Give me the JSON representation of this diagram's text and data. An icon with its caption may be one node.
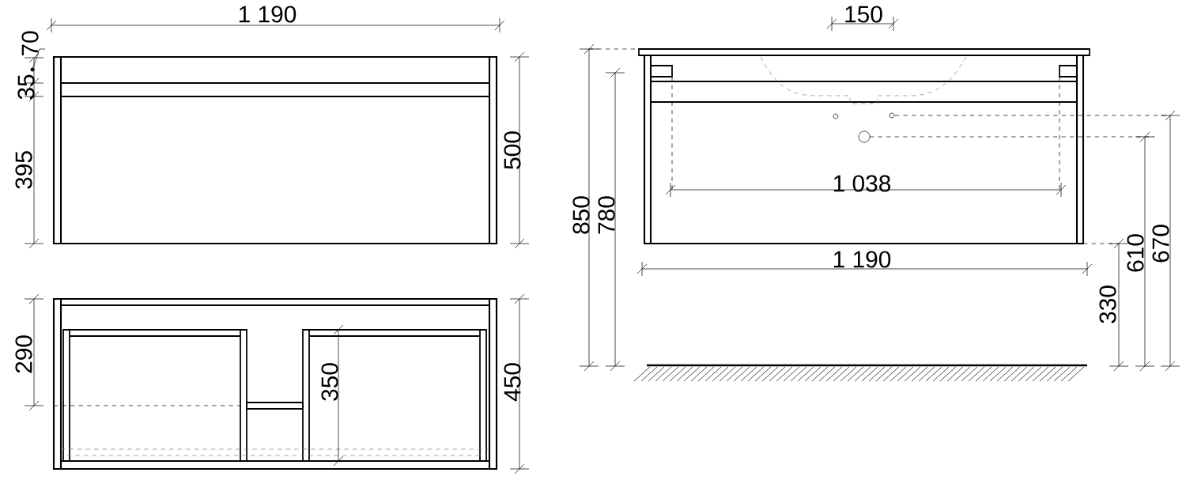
{
  "diagram": {
    "labels": [
      "1 190",
      "70",
      "35",
      "395",
      "500",
      "150",
      "850",
      "780",
      "1 038",
      "1 190",
      "610",
      "670",
      "330",
      "290",
      "350",
      "450"
    ]
  }
}
